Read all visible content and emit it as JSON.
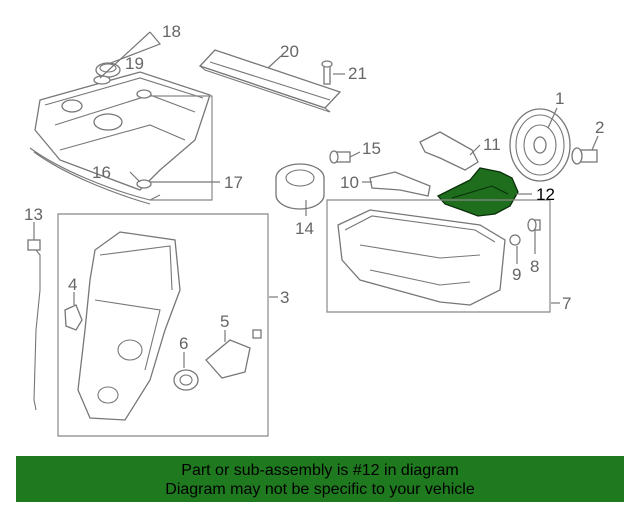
{
  "callouts": {
    "c1": "1",
    "c2": "2",
    "c3": "3",
    "c4": "4",
    "c5": "5",
    "c6": "6",
    "c7": "7",
    "c8": "8",
    "c9": "9",
    "c10": "10",
    "c11": "11",
    "c12": "12",
    "c13": "13",
    "c14": "14",
    "c15": "15",
    "c16": "16",
    "c17": "17",
    "c18": "18",
    "c19": "19",
    "c20": "20",
    "c21": "21"
  },
  "highlight": {
    "part_number": "12",
    "color": "#1e6e1e"
  },
  "banner": {
    "line1": "Part or sub-assembly is #12 in diagram",
    "line2": "Diagram may not be specific to your vehicle",
    "background": "#1f7a1f"
  }
}
